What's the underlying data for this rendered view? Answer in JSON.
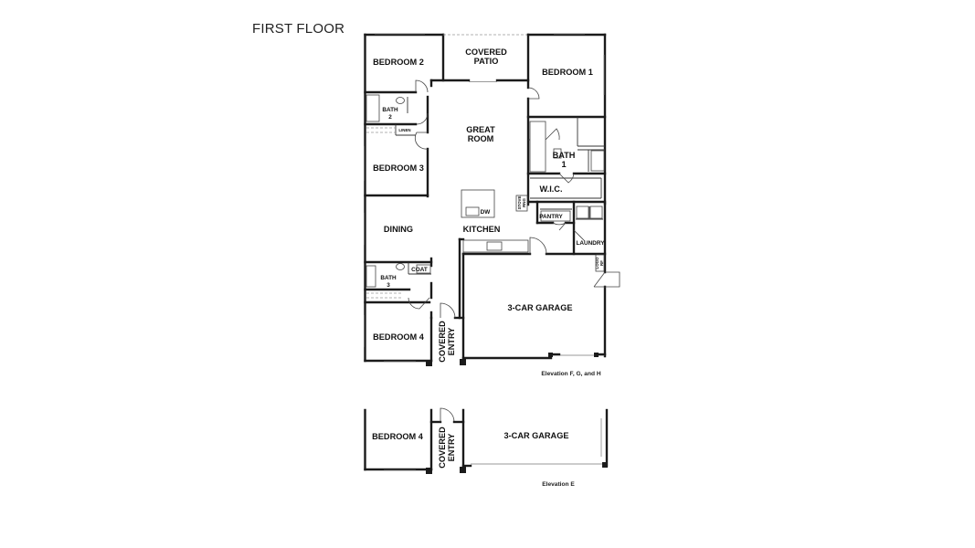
{
  "title": "FIRST FLOOR",
  "rooms": {
    "bedroom_2": "BEDROOM 2",
    "covered_patio_1": "COVERED",
    "covered_patio_2": "PATIO",
    "bedroom_1": "BEDROOM 1",
    "bath_2_a": "BATH",
    "bath_2_b": "2",
    "linen": "LINEN",
    "great_room_1": "GREAT",
    "great_room_2": "ROOM",
    "bath_1_a": "BATH",
    "bath_1_b": "1",
    "bedroom_3": "BEDROOM 3",
    "wic": "W.I.C.",
    "dw": "DW",
    "pantry": "PANTRY",
    "dining": "DINING",
    "kitchen": "KITCHEN",
    "laundry": "LAUNDRY",
    "coat": "COAT",
    "bath_3_a": "BATH",
    "bath_3_b": "3",
    "garage": "3-CAR GARAGE",
    "bedroom_4": "BEDROOM 4",
    "covered_entry_1": "COVERED",
    "covered_entry_2": "ENTRY"
  },
  "appliances": {
    "range_1": "STOVE",
    "range_2": "RNG",
    "fridge_1": "LOGO",
    "fridge_2": "RF"
  },
  "notes": {
    "elevation_fgh": "Elevation F, G, and H",
    "elevation_e": "Elevation E"
  },
  "alt_elevation": {
    "bedroom_4": "BEDROOM 4",
    "covered_entry_1": "COVERED",
    "covered_entry_2": "ENTRY",
    "garage": "3-CAR GARAGE"
  }
}
